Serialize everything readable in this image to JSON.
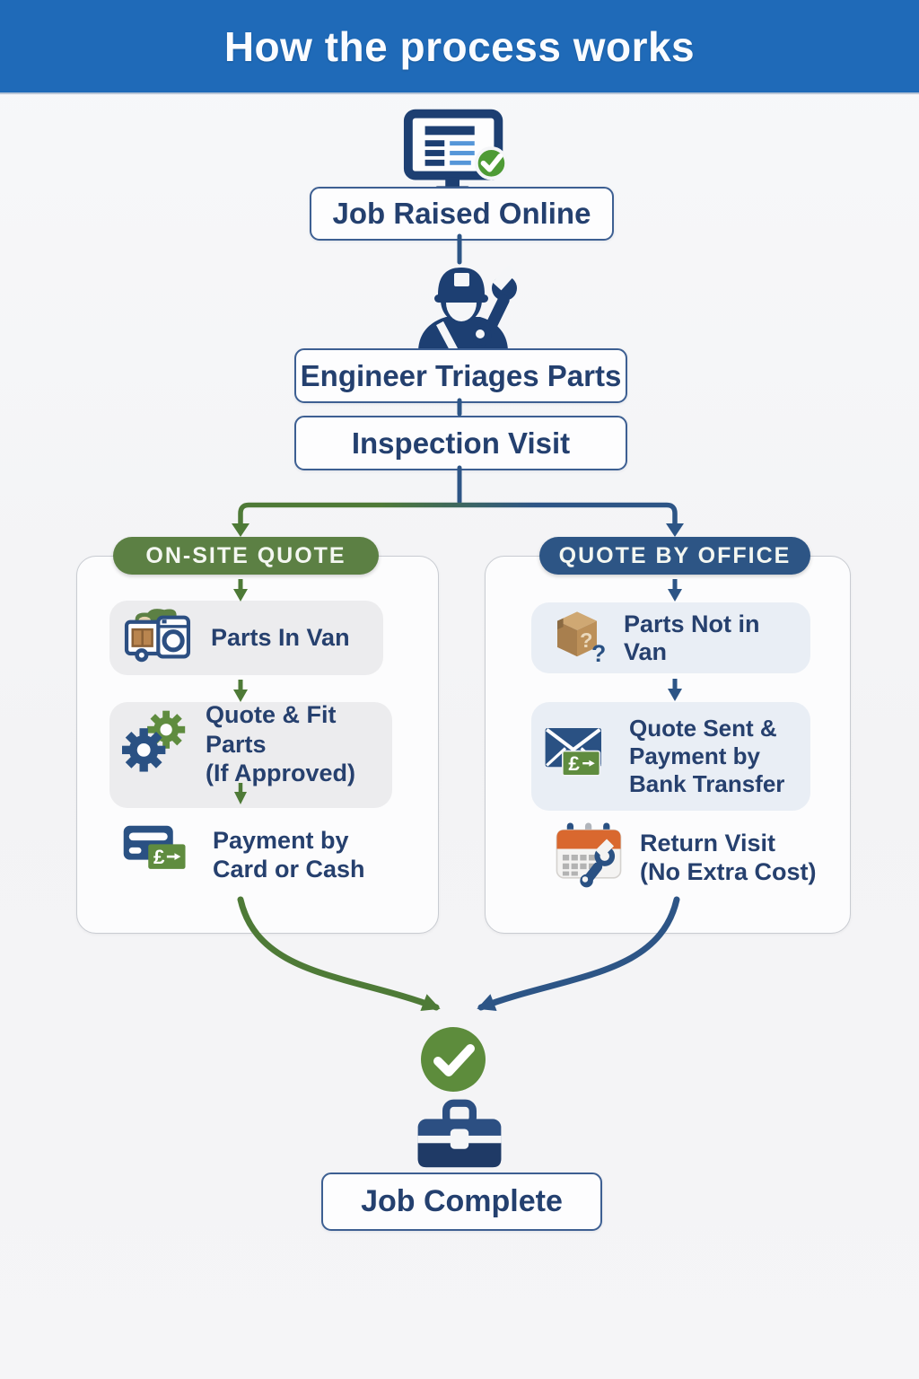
{
  "header": {
    "title": "How the process works"
  },
  "nodes": {
    "job_raised": "Job Raised Online",
    "engineer_triages": "Engineer Triages Parts",
    "inspection_visit": "Inspection Visit",
    "job_complete": "Job Complete"
  },
  "branch_left": {
    "title": "ON-SITE QUOTE",
    "step1": "Parts In Van",
    "step2_line1": "Quote & Fit Parts",
    "step2_line2": "(If Approved)",
    "step3_line1": "Payment by",
    "step3_line2": "Card or Cash"
  },
  "branch_right": {
    "title": "QUOTE BY OFFICE",
    "step1": "Parts Not in Van",
    "step2_line1": "Quote Sent &",
    "step2_line2": "Payment by",
    "step2_line3": "Bank Transfer",
    "step3_line1": "Return Visit",
    "step3_line2": "(No Extra Cost)"
  },
  "symbols": {
    "pound": "£",
    "question": "?"
  },
  "icons": {
    "top": "monitor-check-icon",
    "triage": "engineer-wrench-icon",
    "left_step1": "van-parts-icon",
    "left_step2": "gears-icon",
    "left_step3": "card-cash-icon",
    "right_step1": "box-question-icon",
    "right_step2": "envelope-money-icon",
    "right_step3": "calendar-wrench-icon",
    "complete": "check-circle-icon",
    "toolbox": "briefcase-icon"
  },
  "colors": {
    "header_blue": "#1f6ab8",
    "navy": "#2d5586",
    "icon_navy": "#1d3f72",
    "green": "#5c8044",
    "arrow_green": "#4e7a37",
    "check_green": "#5d8c3c",
    "calendar_orange": "#d9682f",
    "box_brown": "#bc9059"
  }
}
